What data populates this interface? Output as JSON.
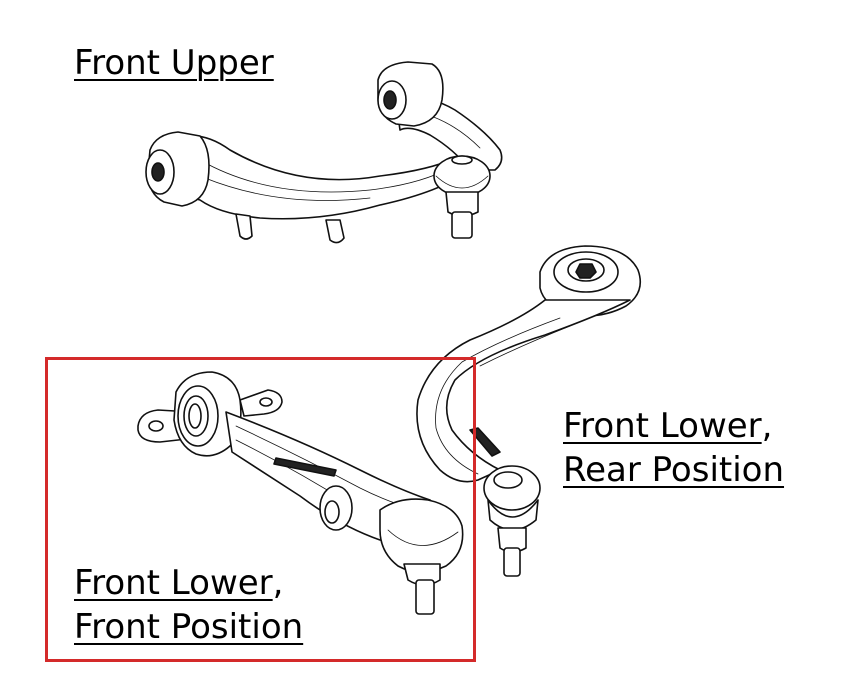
{
  "labels": {
    "front_upper": "Front Upper",
    "front_lower_rear_line1": "Front Lower",
    "front_lower_rear_comma": ",",
    "front_lower_rear_line2": "Rear Position",
    "front_lower_front_line1": "Front Lower",
    "front_lower_front_comma": ",",
    "front_lower_front_line2": "Front Position"
  },
  "colors": {
    "highlight_border": "#d42a2a",
    "text": "#000000",
    "line_art": "#111111"
  },
  "highlighted_part": "Front Lower, Front Position"
}
